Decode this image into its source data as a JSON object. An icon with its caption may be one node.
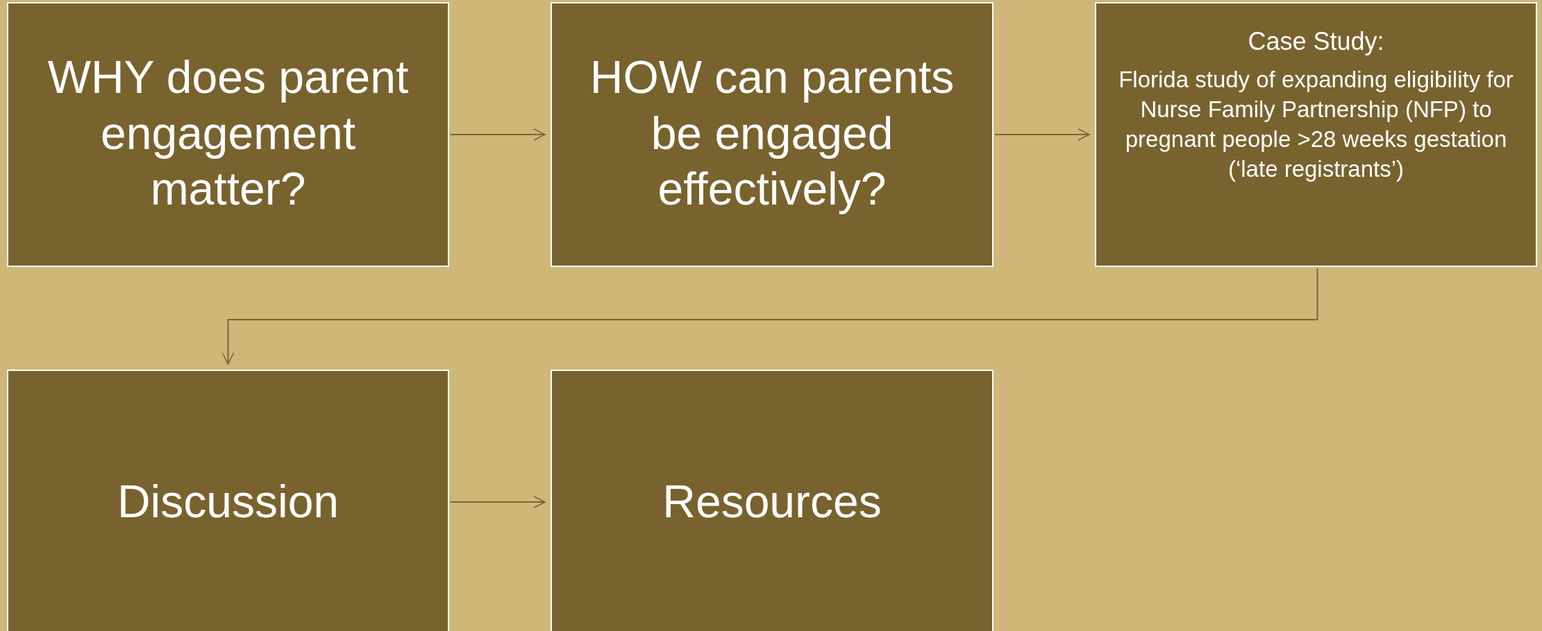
{
  "diagram": {
    "nodes": [
      {
        "text": [
          "WHY does parent engagement matter?"
        ]
      },
      {
        "text": [
          "HOW can parents be engaged effectively?"
        ]
      },
      {
        "text": [
          "Case Study:",
          "Florida study of expanding eligibility for Nurse Family Partnership (NFP) to pregnant people >28 weeks gestation (‘late registrants’)"
        ]
      },
      {
        "text": [
          "Discussion"
        ]
      },
      {
        "text": [
          "Resources"
        ]
      }
    ],
    "edges": [
      {
        "from": 0,
        "to": 1,
        "arrow": "to"
      },
      {
        "from": 1,
        "to": 2,
        "arrow": "to"
      },
      {
        "from": 2,
        "to": 3,
        "arrow": "to"
      },
      {
        "from": 3,
        "to": 4,
        "arrow": "to"
      }
    ]
  }
}
